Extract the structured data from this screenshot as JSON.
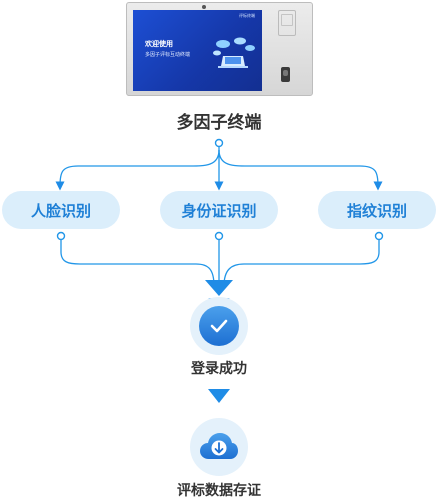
{
  "device": {
    "screen_title": "欢迎使用",
    "screen_subtitle": "多因子评标互动终端",
    "brand": "评标终端",
    "label": "多因子终端"
  },
  "methods": [
    {
      "label": "人脸识别"
    },
    {
      "label": "身份证识别"
    },
    {
      "label": "指纹识别"
    }
  ],
  "login": {
    "label": "登录成功",
    "icon": "check-shield-icon"
  },
  "evaluation": {
    "label": "评标数据存证",
    "icon": "cloud-download-icon"
  },
  "colors": {
    "accent": "#1f8ce6",
    "pill_bg": "#dbeefb",
    "pill_text": "#1f80d6",
    "circle_bg": "#e4f1fb",
    "icon_blue": "#1d6fd2"
  }
}
